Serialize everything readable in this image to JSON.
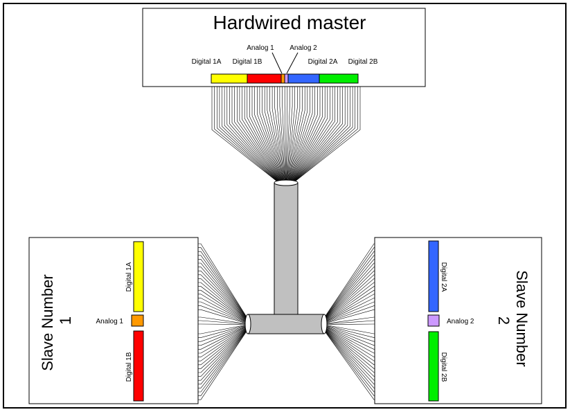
{
  "master": {
    "title": "Hardwired master",
    "labels": {
      "digital_1a": "Digital 1A",
      "digital_1b": "Digital 1B",
      "analog_1": "Analog 1",
      "analog_2": "Analog 2",
      "digital_2a": "Digital 2A",
      "digital_2b": "Digital 2B"
    }
  },
  "slave1": {
    "title_line1": "Slave Number",
    "title_line2": "1",
    "labels": {
      "digital_1a": "Digital 1A",
      "analog_1": "Analog 1",
      "digital_1b": "Digital 1B"
    }
  },
  "slave2": {
    "title_line1": "Slave Number",
    "title_line2": "2",
    "labels": {
      "digital_2a": "Digital 2A",
      "analog_2": "Analog 2",
      "digital_2b": "Digital 2B"
    }
  },
  "colors": {
    "digital_1a": "#ffff00",
    "digital_1b": "#ff0000",
    "analog_1": "#ff9900",
    "analog_2": "#cc99ff",
    "digital_2a": "#3366ff",
    "digital_2b": "#00ee00",
    "cable": "#c0c0c0"
  }
}
